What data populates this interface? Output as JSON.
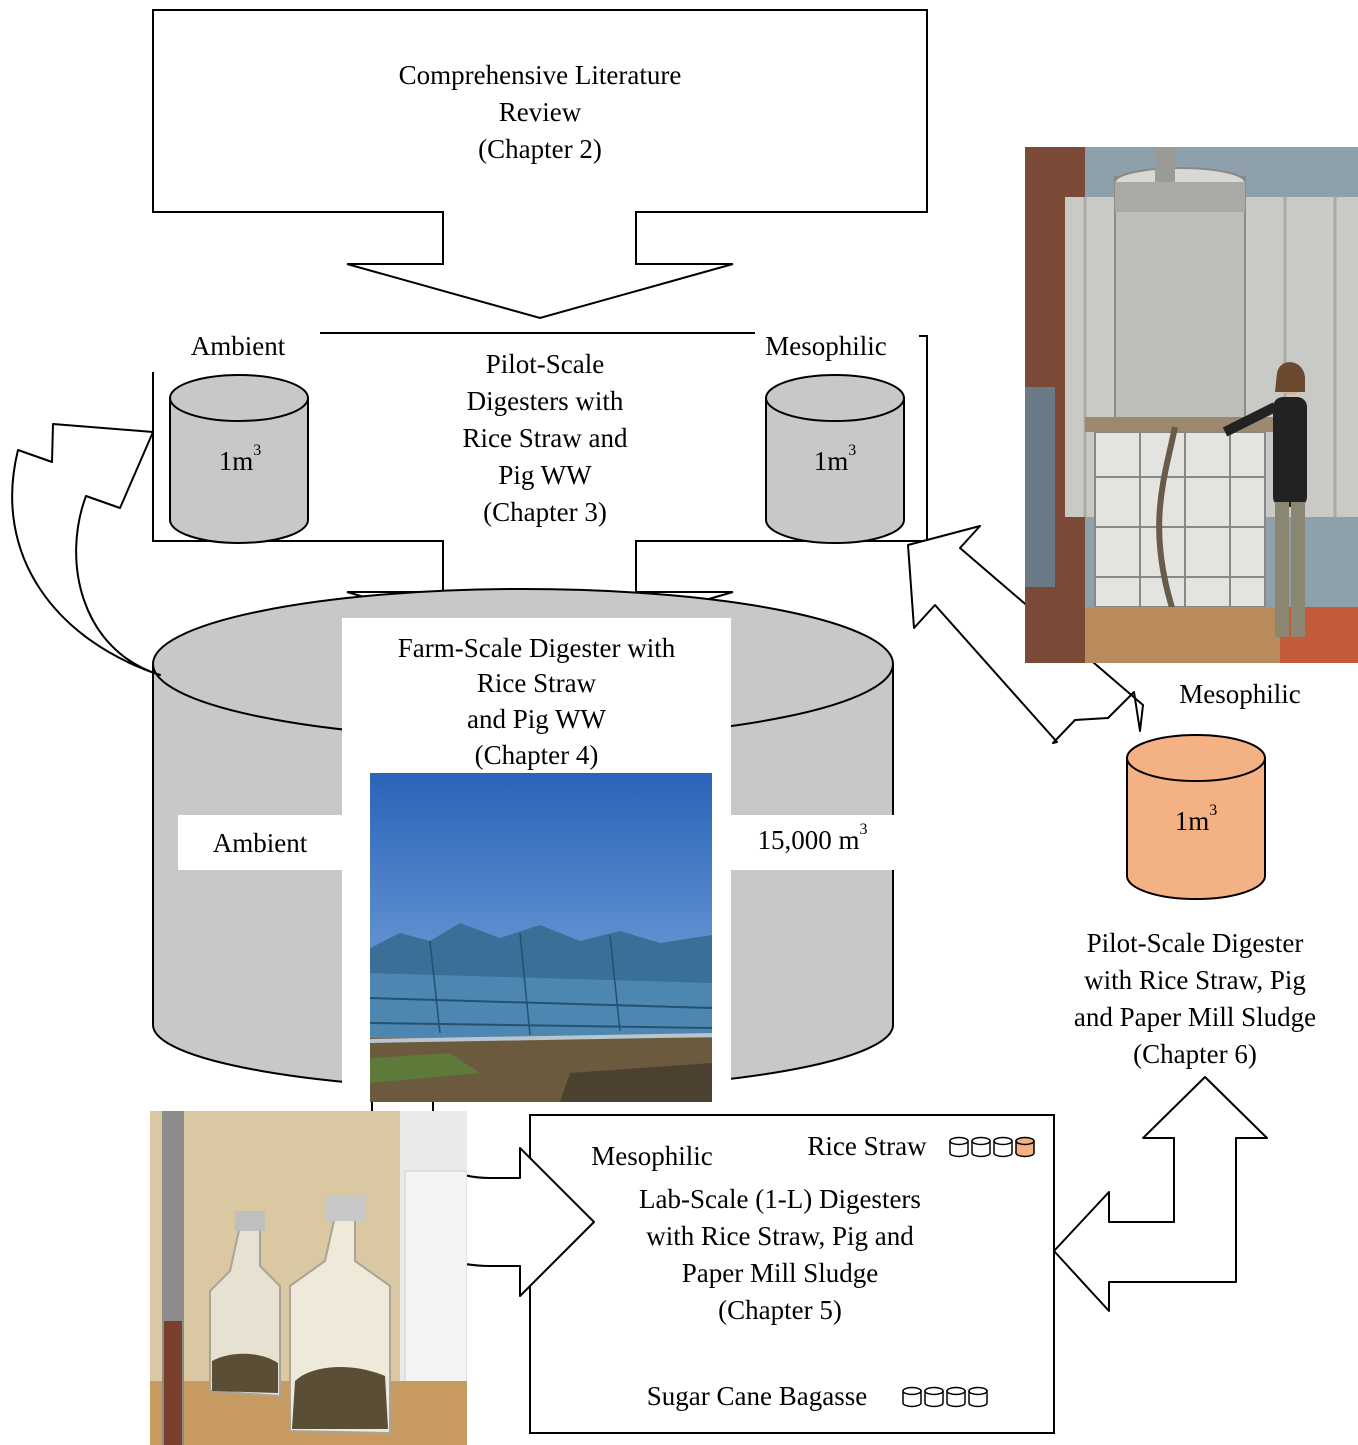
{
  "literature": {
    "line1": "Comprehensive Literature",
    "line2": "Review",
    "line3": "(Chapter 2)"
  },
  "pilot": {
    "ambient_label": "Ambient",
    "mesophilic_label": "Mesophilic",
    "line1": "Pilot-Scale",
    "line2": "Digesters with",
    "line3": "Rice Straw and",
    "line4": "Pig WW",
    "line5": "(Chapter 3)",
    "volume_base": "1m",
    "volume_exp": "3"
  },
  "farm": {
    "line1": "Farm-Scale Digester with",
    "line2": "Rice Straw",
    "line3": "and Pig WW",
    "line4": "(Chapter 4)",
    "ambient_label": "Ambient",
    "volume_base": "15,000 m",
    "volume_exp": "3"
  },
  "pilot2": {
    "mesophilic_label": "Mesophilic",
    "volume_base": "1m",
    "volume_exp": "3",
    "line1": "Pilot-Scale Digester",
    "line2": "with Rice Straw, Pig",
    "line3": "and Paper Mill Sludge",
    "line4": "(Chapter 6)"
  },
  "lab": {
    "mesophilic_label": "Mesophilic",
    "rice_straw_label": "Rice Straw",
    "line1": "Lab-Scale (1-L) Digesters",
    "line2": "with Rice Straw, Pig and",
    "line3": "Paper Mill Sludge",
    "line4": "(Chapter 5)",
    "bagasse_label": "Sugar Cane Bagasse"
  },
  "colors": {
    "gray_fill": "#c8c8c8",
    "orange_fill": "#f4b183",
    "outline": "#000000"
  }
}
